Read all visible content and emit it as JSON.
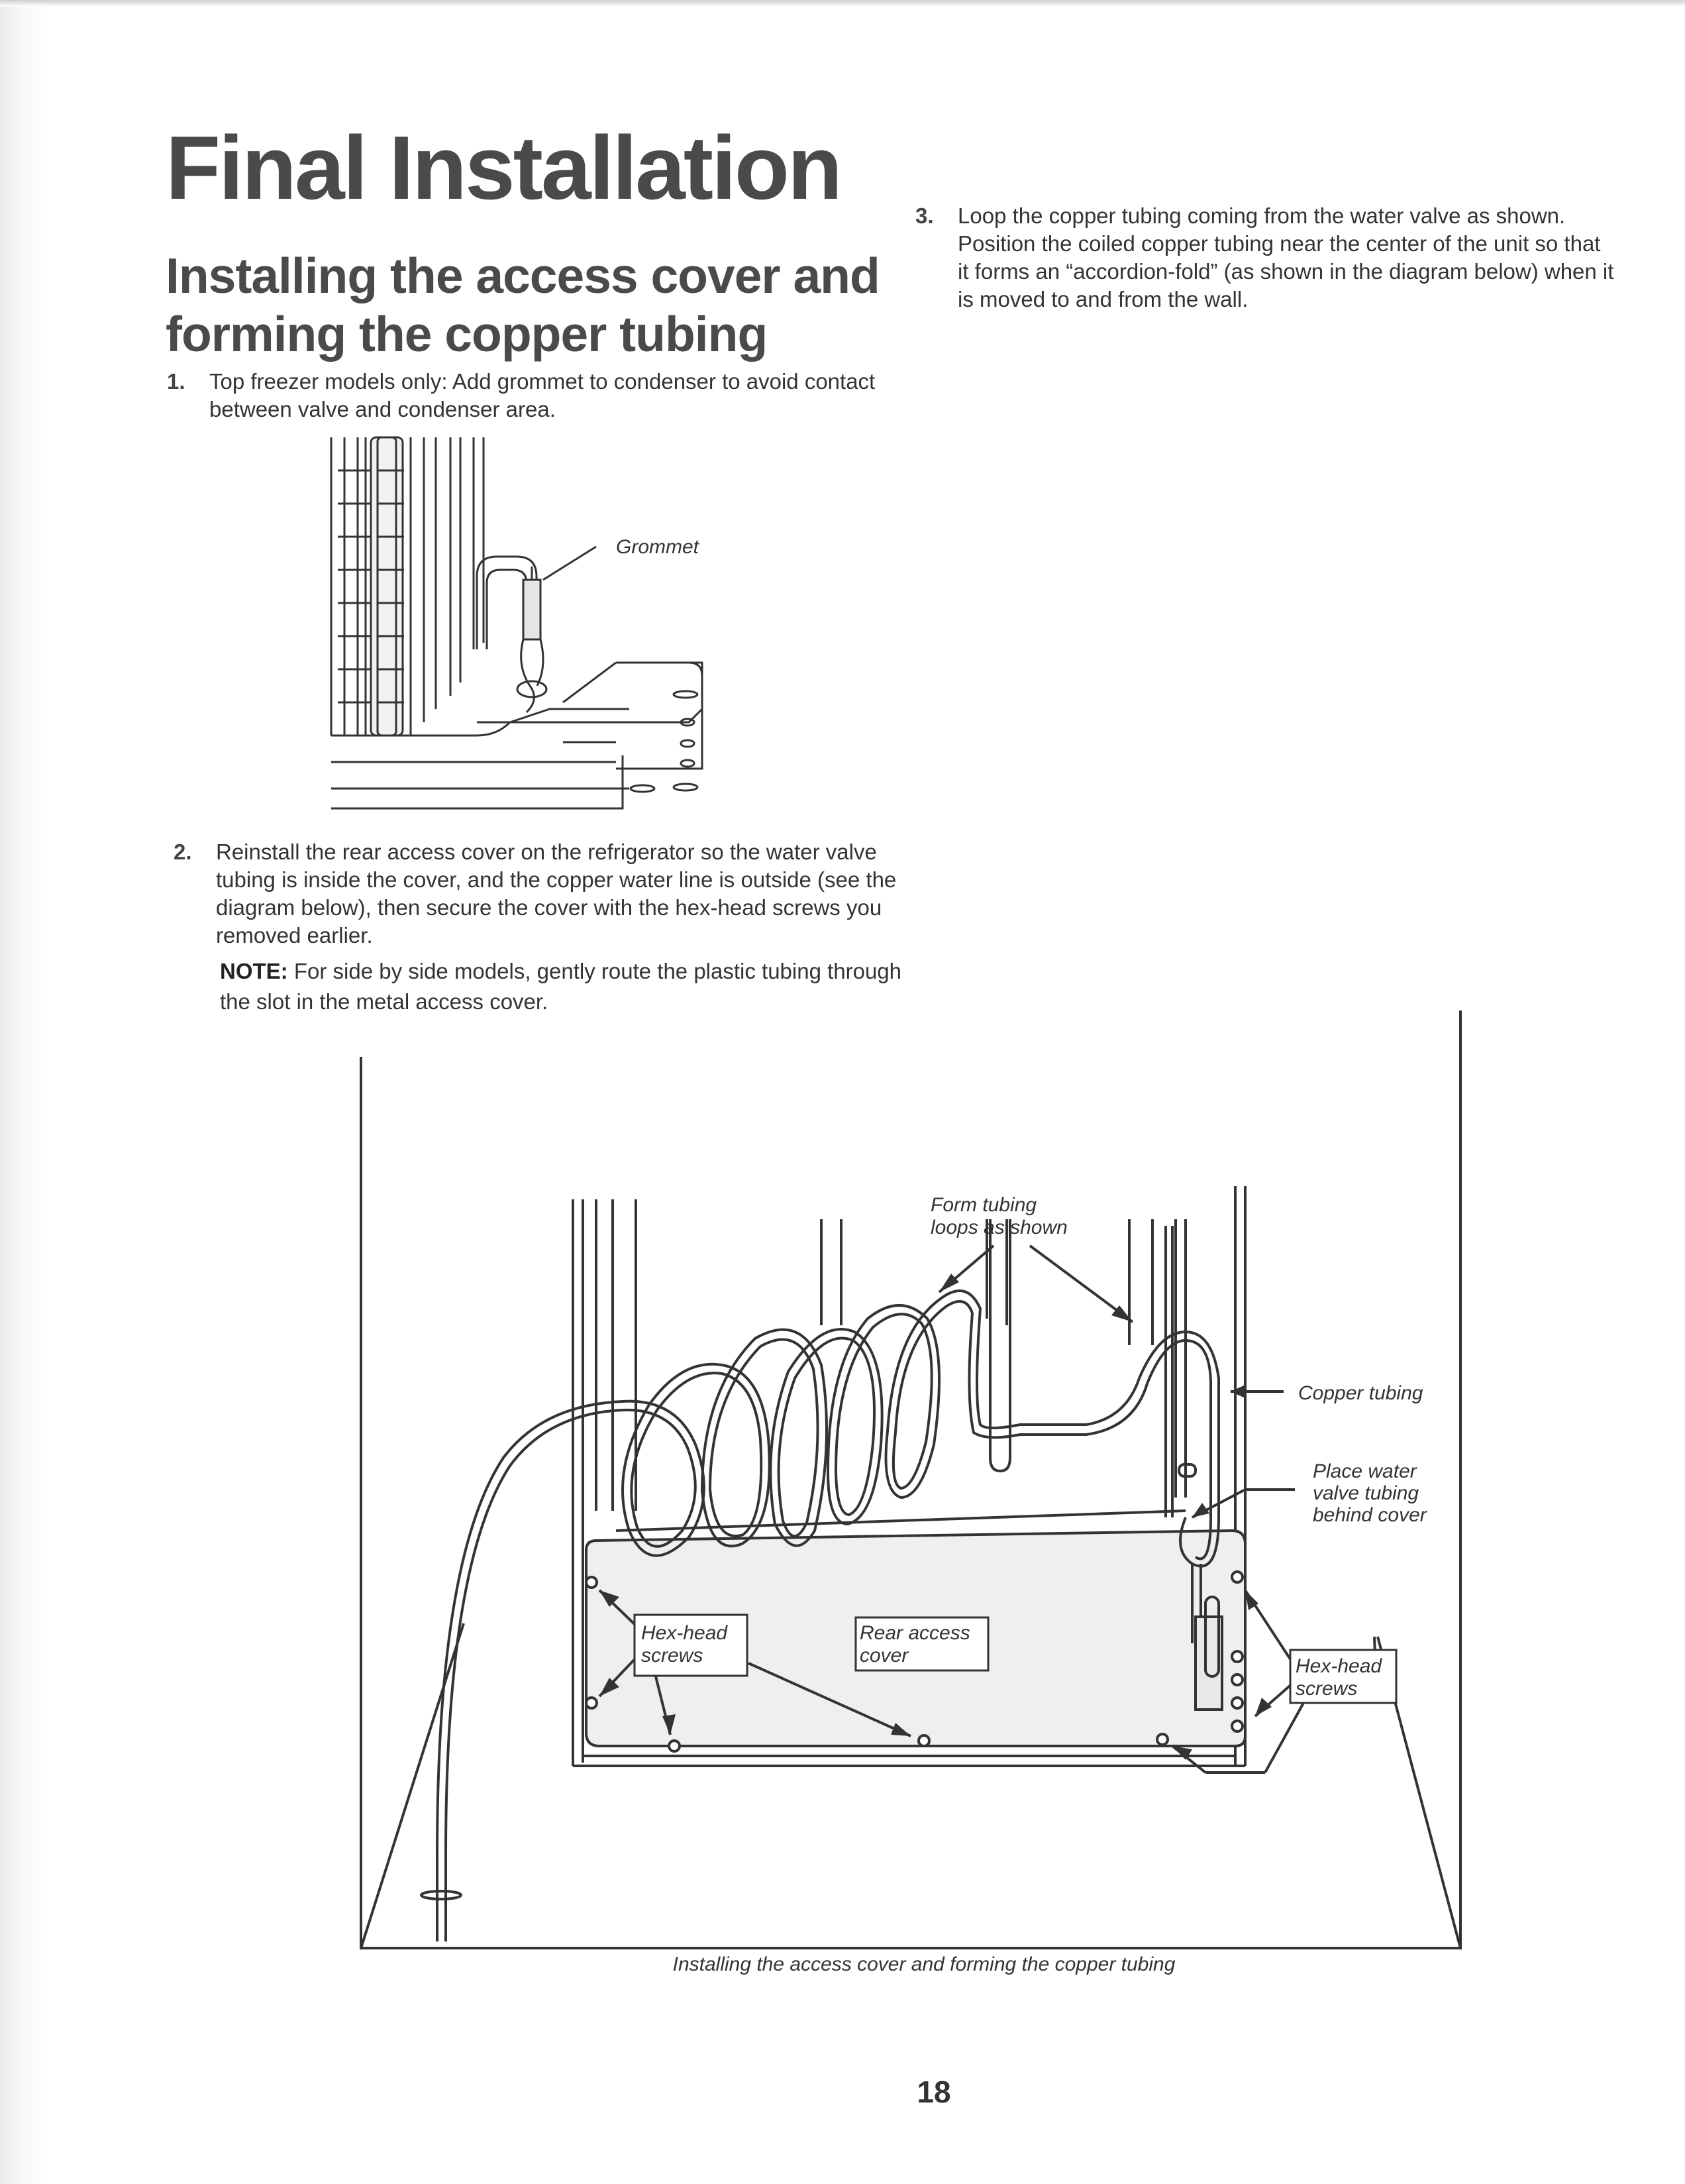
{
  "page": {
    "title": "Final Installation",
    "section_heading": "Installing the access cover and forming the copper tubing",
    "page_number": "18"
  },
  "steps": [
    {
      "number": "1.",
      "text": "Top freezer models only: Add grommet to condenser to avoid contact between valve and condenser area."
    },
    {
      "number": "2.",
      "text": "Reinstall the rear access cover on the refrigerator so the water valve tubing is inside the cover, and the copper water line is outside (see the diagram below), then secure the cover with the hex-head screws you removed earlier.",
      "note_label": "NOTE:",
      "note_text": "For side by side models, gently route the plastic tubing through the slot in the metal access cover."
    },
    {
      "number": "3.",
      "text": "Loop the copper tubing coming from the water valve as shown. Position the coiled copper tubing near the center of the unit so that it forms an “accordion-fold” (as shown in the diagram below) when it is moved to and from the wall."
    }
  ],
  "figure1": {
    "grommet_label": "Grommet"
  },
  "figure2": {
    "loops_label_line1": "Form tubing",
    "loops_label_line2": "loops as shown",
    "copper_label": "Copper tubing",
    "valve_label_line1": "Place water",
    "valve_label_line2": "valve tubing",
    "valve_label_line3": "behind cover",
    "hex_left_line1": "Hex-head",
    "hex_left_line2": "screws",
    "cover_label_line1": "Rear access",
    "cover_label_line2": "cover",
    "hex_right_line1": "Hex-head",
    "hex_right_line2": "screws",
    "caption": "Installing the access cover and forming the copper tubing"
  }
}
